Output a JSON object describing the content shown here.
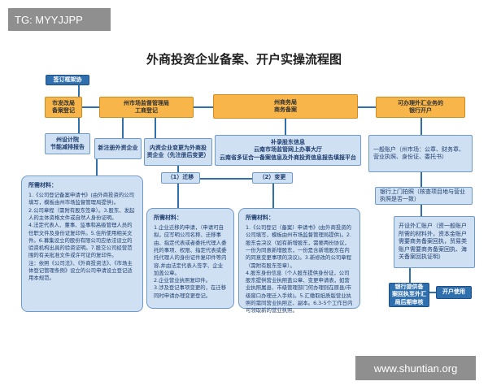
{
  "watermark": "TG: MYYJJPP",
  "site": "www.shuntian.org",
  "title": "外商投资企业备案、开户实操流程图",
  "boxes": {
    "sign_agreement": "签订框架协",
    "city_commerce": "市发改局\n备案登记",
    "market_bureau_1": "州市场监督管理局",
    "market_bureau_2": "工商登记",
    "state_commerce_1": "州商务局",
    "state_commerce_2": "商务备案",
    "open_fx_1": "可办理外汇业务的",
    "open_fx_2": "银行开户",
    "state_design_1": "州设计院",
    "state_design_2": "节能减排报告",
    "new_register": "新注册外资企业",
    "domestic_change_1": "内资企业变更为外商投",
    "domestic_change_2": "资企业（先注册后变更）",
    "supp_info_1": "补录股东信息",
    "supp_info_2": "云南市场监管网上办事大厅",
    "supp_info_3": "云南省多证合一备案信息及外商投资信息报告填报平台",
    "general_account": "一般账户（州市场：公章、财务章、营业执照、身份证、委托书）",
    "move_label": "（1）迁移",
    "change_label": "（2）变更",
    "bank_visit": "银行上门拍照（核查项目地与营业执照是否一致）",
    "fx_account": "开设外汇账户（资一般账户所需的材料外，资本金账户需要商务备案回执，贸易类账户需要商务备案回执、海关备案回执证明）",
    "bank_fx_1": "银行提供备",
    "bank_fx_2": "案回执至外汇",
    "bank_fx_3": "局后期审核",
    "open_use": "开户使用"
  },
  "panels": {
    "left": {
      "heading": "所需材料：",
      "lines": [
        "1.《公司登记备案申请书》(由外商投资的公司填写，模板由州市场监督管理局提供)。",
        "2.公司章程（需附有股东签章）。3.股东、发起人的主体资格文件或自然人身份证明。",
        "4.法定代表人、董事、监事和高级管理人员的任职文件及身份证复印件。5.住所使用相关文件。6.募集设立的股份有限公司应依法设立的验资机构出具的验资证明。7.股交公司经营范围的有关批准文件或许可证的复印件。",
        "注：依照《公司法》、《外商投资法》、《市场主体登记管理条例》设立的公司申请设立登记适用本规范。"
      ]
    },
    "middle": {
      "heading": "所需材料：",
      "lines": [
        "1.企业迁移的申请，（申请可自拟，应写明公司名称、迁移事由、指定代表或者委托代理人委托的事项、权限、指定代表或委托代理人的身份证件复印件等内容,并由法定代表人签字、企业加盖公章。",
        "2.企业营业执照复印件。",
        "3.涉及登记事项变更的，在迁移同时申请办理变更登记。"
      ]
    },
    "right": {
      "heading": "所需材料：",
      "lines": [
        "1.《公司登记（备案）申请书》(由外商投资的公司填写，模板由州市场监督管理局提供)。2.股东会决议（如有新增股东，需要两份协议，一份为同意新增股东，一份是含新增股东在内的同意变更事项的决议)。3.新修改的公司章程（需附有股东签章）。",
        "4.股东身份信息（个人股东提供身份证，公司股东提供营业执照盖公章、变更申请表，如营业执照属县、市级管理部门何办理则在原县/市级窗口办理迁入手续)。5.汇缴取纸质版营业执照的需同营业执照正、副本。6.3-5个工作日内可领取新的营业执照。"
      ]
    }
  }
}
